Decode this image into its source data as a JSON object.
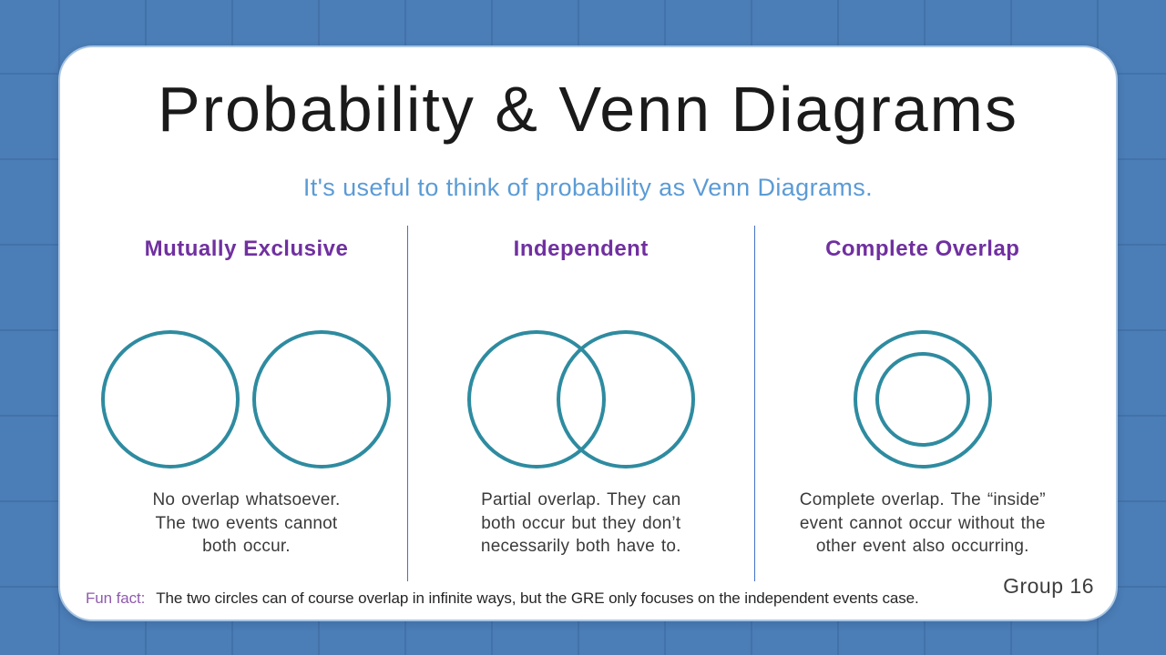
{
  "slide": {
    "title": "Probability & Venn Diagrams",
    "subtitle": "It's useful to think of probability as Venn Diagrams.",
    "columns": [
      {
        "heading": "Mutually Exclusive",
        "diagram": "two-separate-circles",
        "description": "No overlap whatsoever. The two events cannot both occur."
      },
      {
        "heading": "Independent",
        "diagram": "two-overlapping-circles",
        "description": "Partial overlap. They can both occur but they don’t necessarily both have to."
      },
      {
        "heading": "Complete Overlap",
        "diagram": "concentric-circles",
        "description": "Complete overlap. The “inside” event cannot occur without the other event also occurring."
      }
    ],
    "footer": {
      "fun_fact_label": "Fun fact:",
      "fun_fact_text": "The two circles can of course overlap in infinite ways, but the GRE only focuses on the independent events case.",
      "credit": "Group 16"
    },
    "colors": {
      "background": "#4b7db6",
      "grid_line": "#41719f",
      "card": "#ffffff",
      "card_border": "#a9c6e3",
      "title": "#1a1a1a",
      "subtitle": "#5b9bd5",
      "column_heading": "#7030a0",
      "circle_stroke": "#2e8ba0",
      "body_text": "#3a3a3a",
      "divider": "#4472c4",
      "fun_fact_label": "#8e5bad",
      "fun_fact_text": "#262626",
      "credit": "#3d3d3d"
    }
  }
}
